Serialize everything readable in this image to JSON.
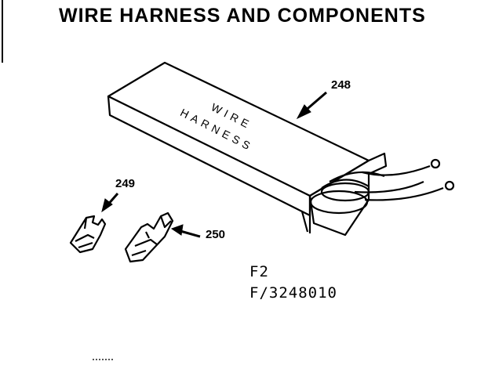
{
  "title": "WIRE HARNESS AND COMPONENTS",
  "box_label": {
    "line1": "WIRE",
    "line2": "HARNESS"
  },
  "callouts": {
    "wire_harness": "248",
    "terminal_small": "249",
    "terminal_large": "250"
  },
  "figure_code": "F2",
  "reference_code": "F/3248010"
}
